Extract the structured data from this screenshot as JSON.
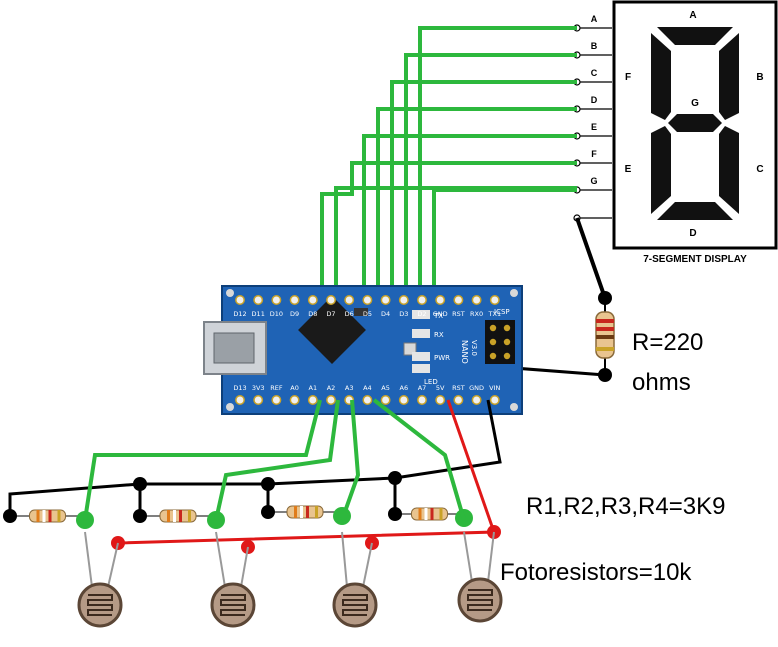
{
  "display": {
    "caption": "7-SEGMENT DISPLAY",
    "segment_letters": [
      "A",
      "B",
      "C",
      "D",
      "E",
      "F",
      "G"
    ],
    "face_labels": {
      "a": "A",
      "b": "B",
      "c": "C",
      "d": "D",
      "e": "E",
      "f": "F",
      "g": "G"
    },
    "segment_color": "#111111"
  },
  "resistor_220": {
    "value_line1": "R=220",
    "value_line2": "ohms"
  },
  "resistors_note": "R1,R2,R3,R4=3K9",
  "photoresistors_note": "Fotoresistors=10k",
  "board": {
    "top_pins": [
      "D12",
      "D11",
      "D10",
      "D9",
      "D8",
      "D7",
      "D6",
      "D5",
      "D4",
      "D3",
      "D2",
      "GND",
      "RST",
      "RX0",
      "TX1"
    ],
    "bottom_pins": [
      "D13",
      "3V3",
      "REF",
      "A0",
      "A1",
      "A2",
      "A3",
      "A4",
      "A5",
      "A6",
      "A7",
      "5V",
      "RST",
      "GND",
      "VIN"
    ],
    "silk": {
      "icsp": "ICSP",
      "nano": "NANO",
      "version": "V3.0",
      "led": "LED",
      "tx": "TX",
      "rx": "RX",
      "pwr": "PWR"
    }
  },
  "wire_colors": {
    "green": "#2db83d",
    "black": "#000000",
    "red": "#e01818"
  }
}
